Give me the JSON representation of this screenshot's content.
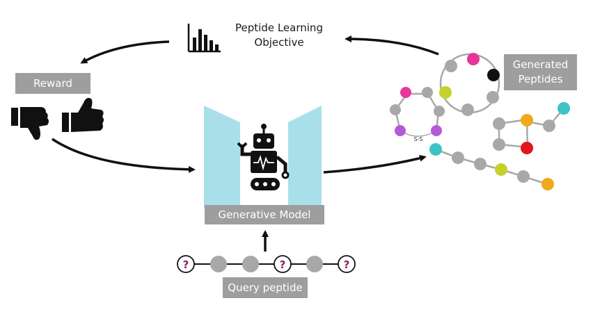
{
  "objective": {
    "label_line1": "Peptide Learning",
    "label_line2": "Objective",
    "icon": "bar-chart-icon"
  },
  "reward": {
    "label": "Reward",
    "icons": [
      "thumbs-down-icon",
      "thumbs-up-icon"
    ]
  },
  "generative_model": {
    "label": "Generative Model",
    "icon": "robot-icon"
  },
  "generated_peptides": {
    "label_line1": "Generated",
    "label_line2": "Peptides",
    "bond_label": "S-S"
  },
  "query_peptide": {
    "label": "Query peptide",
    "unknown_symbol": "?"
  },
  "colors": {
    "accent": "#a9dfe9",
    "accent_border": "#5fc4d4",
    "label_gray": "#9e9e9e",
    "residue_gray": "#a8a8a8",
    "magenta": "#e8359b",
    "purple": "#b35ad6",
    "yellow_green": "#c5d12a",
    "teal": "#3cc3c3",
    "orange": "#f1a91c",
    "red": "#e3141b",
    "black": "#111111",
    "question_mark": "#8b1a6b"
  }
}
